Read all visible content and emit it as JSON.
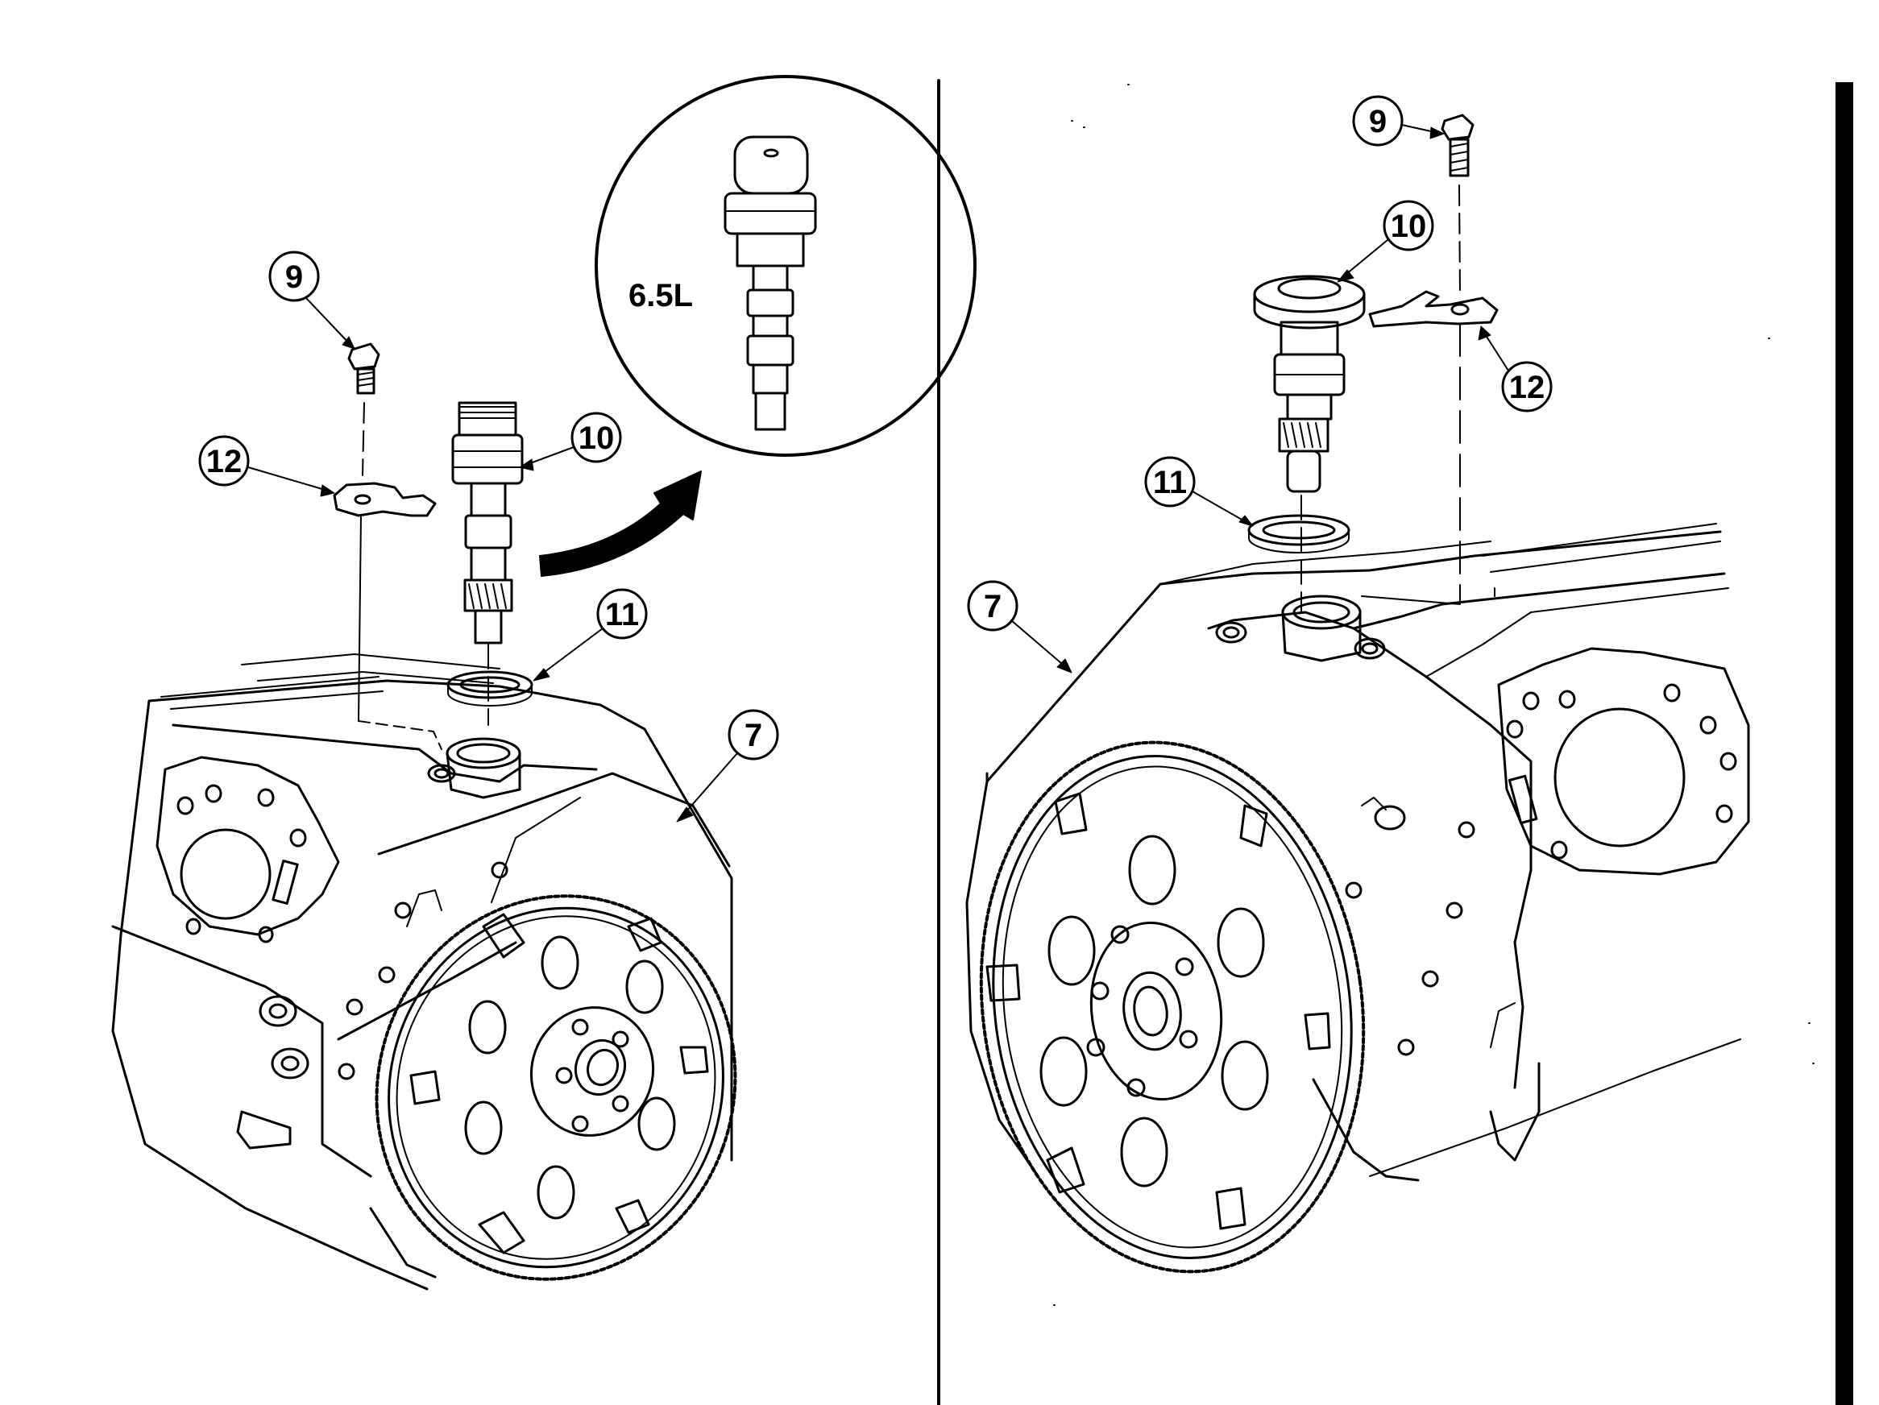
{
  "colors": {
    "ink": "#000000",
    "paper": "#ffffff"
  },
  "left_view": {
    "callouts": {
      "c9": "9",
      "c10": "10",
      "c11": "11",
      "c12": "12",
      "c7": "7"
    },
    "inset_label": "6.5L"
  },
  "right_view": {
    "callouts": {
      "c9": "9",
      "c10": "10",
      "c11": "11",
      "c12": "12",
      "c7": "7"
    }
  }
}
